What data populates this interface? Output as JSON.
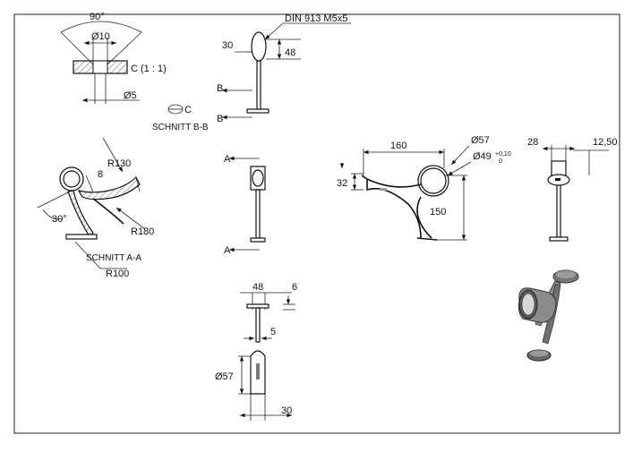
{
  "drawing": {
    "detail_c": {
      "angle": "90°",
      "dia_top": "Ø10",
      "dia_bottom": "Ø5",
      "label": "C (1 : 1)"
    },
    "section_bb": {
      "marker": "C",
      "title": "SCHNITT B-B"
    },
    "side_view_top": {
      "thread_spec": "DIN 913 M5x5",
      "width": "30",
      "height": "48",
      "section_marker_1": "B",
      "section_marker_2": "B"
    },
    "section_aa": {
      "r130": "R130",
      "thickness": "8",
      "angle": "30°",
      "r180": "R180",
      "title": "SCHNITT A-A",
      "r100": "R100"
    },
    "center_view": {
      "section_marker_1": "A",
      "section_marker_2": "A"
    },
    "front_view": {
      "dia_57": "Ø57",
      "dia_49": "Ø49",
      "tol_upper": "+0,10",
      "tol_lower": "0",
      "width": "160",
      "height_32": "32",
      "height_150": "150"
    },
    "right_view": {
      "width_28": "28",
      "offset": "12,50"
    },
    "bottom_view": {
      "width_48": "48",
      "gap_6": "6",
      "gap_5": "5",
      "dia_57": "Ø57",
      "width_30": "30"
    },
    "iso_view": {
      "render": "3d-bracket-render"
    }
  }
}
